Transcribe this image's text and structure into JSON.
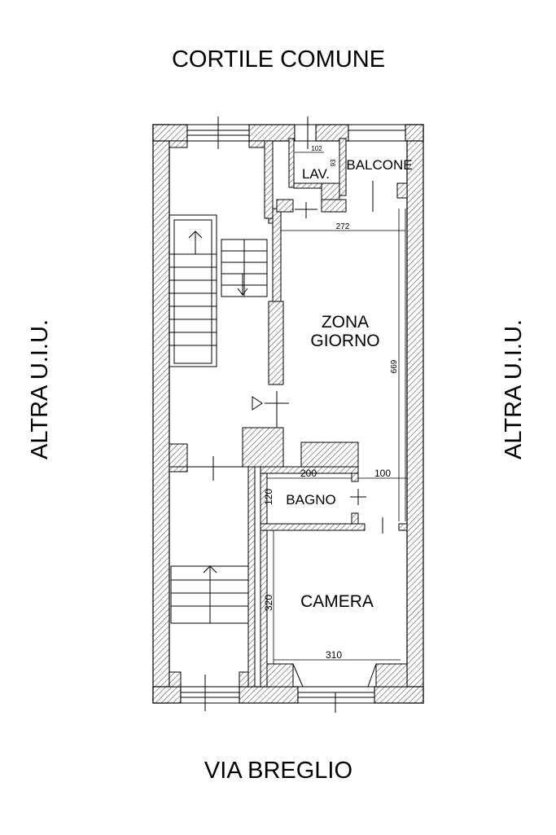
{
  "labels": {
    "top_street": "CORTILE COMUNE",
    "bottom_street": "VIA BREGLIO",
    "left_side": "ALTRA U.I.U.",
    "right_side": "ALTRA U.I.U."
  },
  "rooms": {
    "lavanderia": "LAV.",
    "balcone": "BALCONE",
    "zona_giorno_line1": "ZONA",
    "zona_giorno_line2": "GIORNO",
    "bagno": "BAGNO",
    "camera": "CAMERA"
  },
  "dimensions": {
    "lav_width": "102",
    "lav_depth": "93",
    "zona_width": "272",
    "zona_length": "669",
    "bagno_width": "200",
    "bagno_depth": "120",
    "passage_width": "100",
    "camera_depth": "320",
    "camera_width": "310"
  }
}
